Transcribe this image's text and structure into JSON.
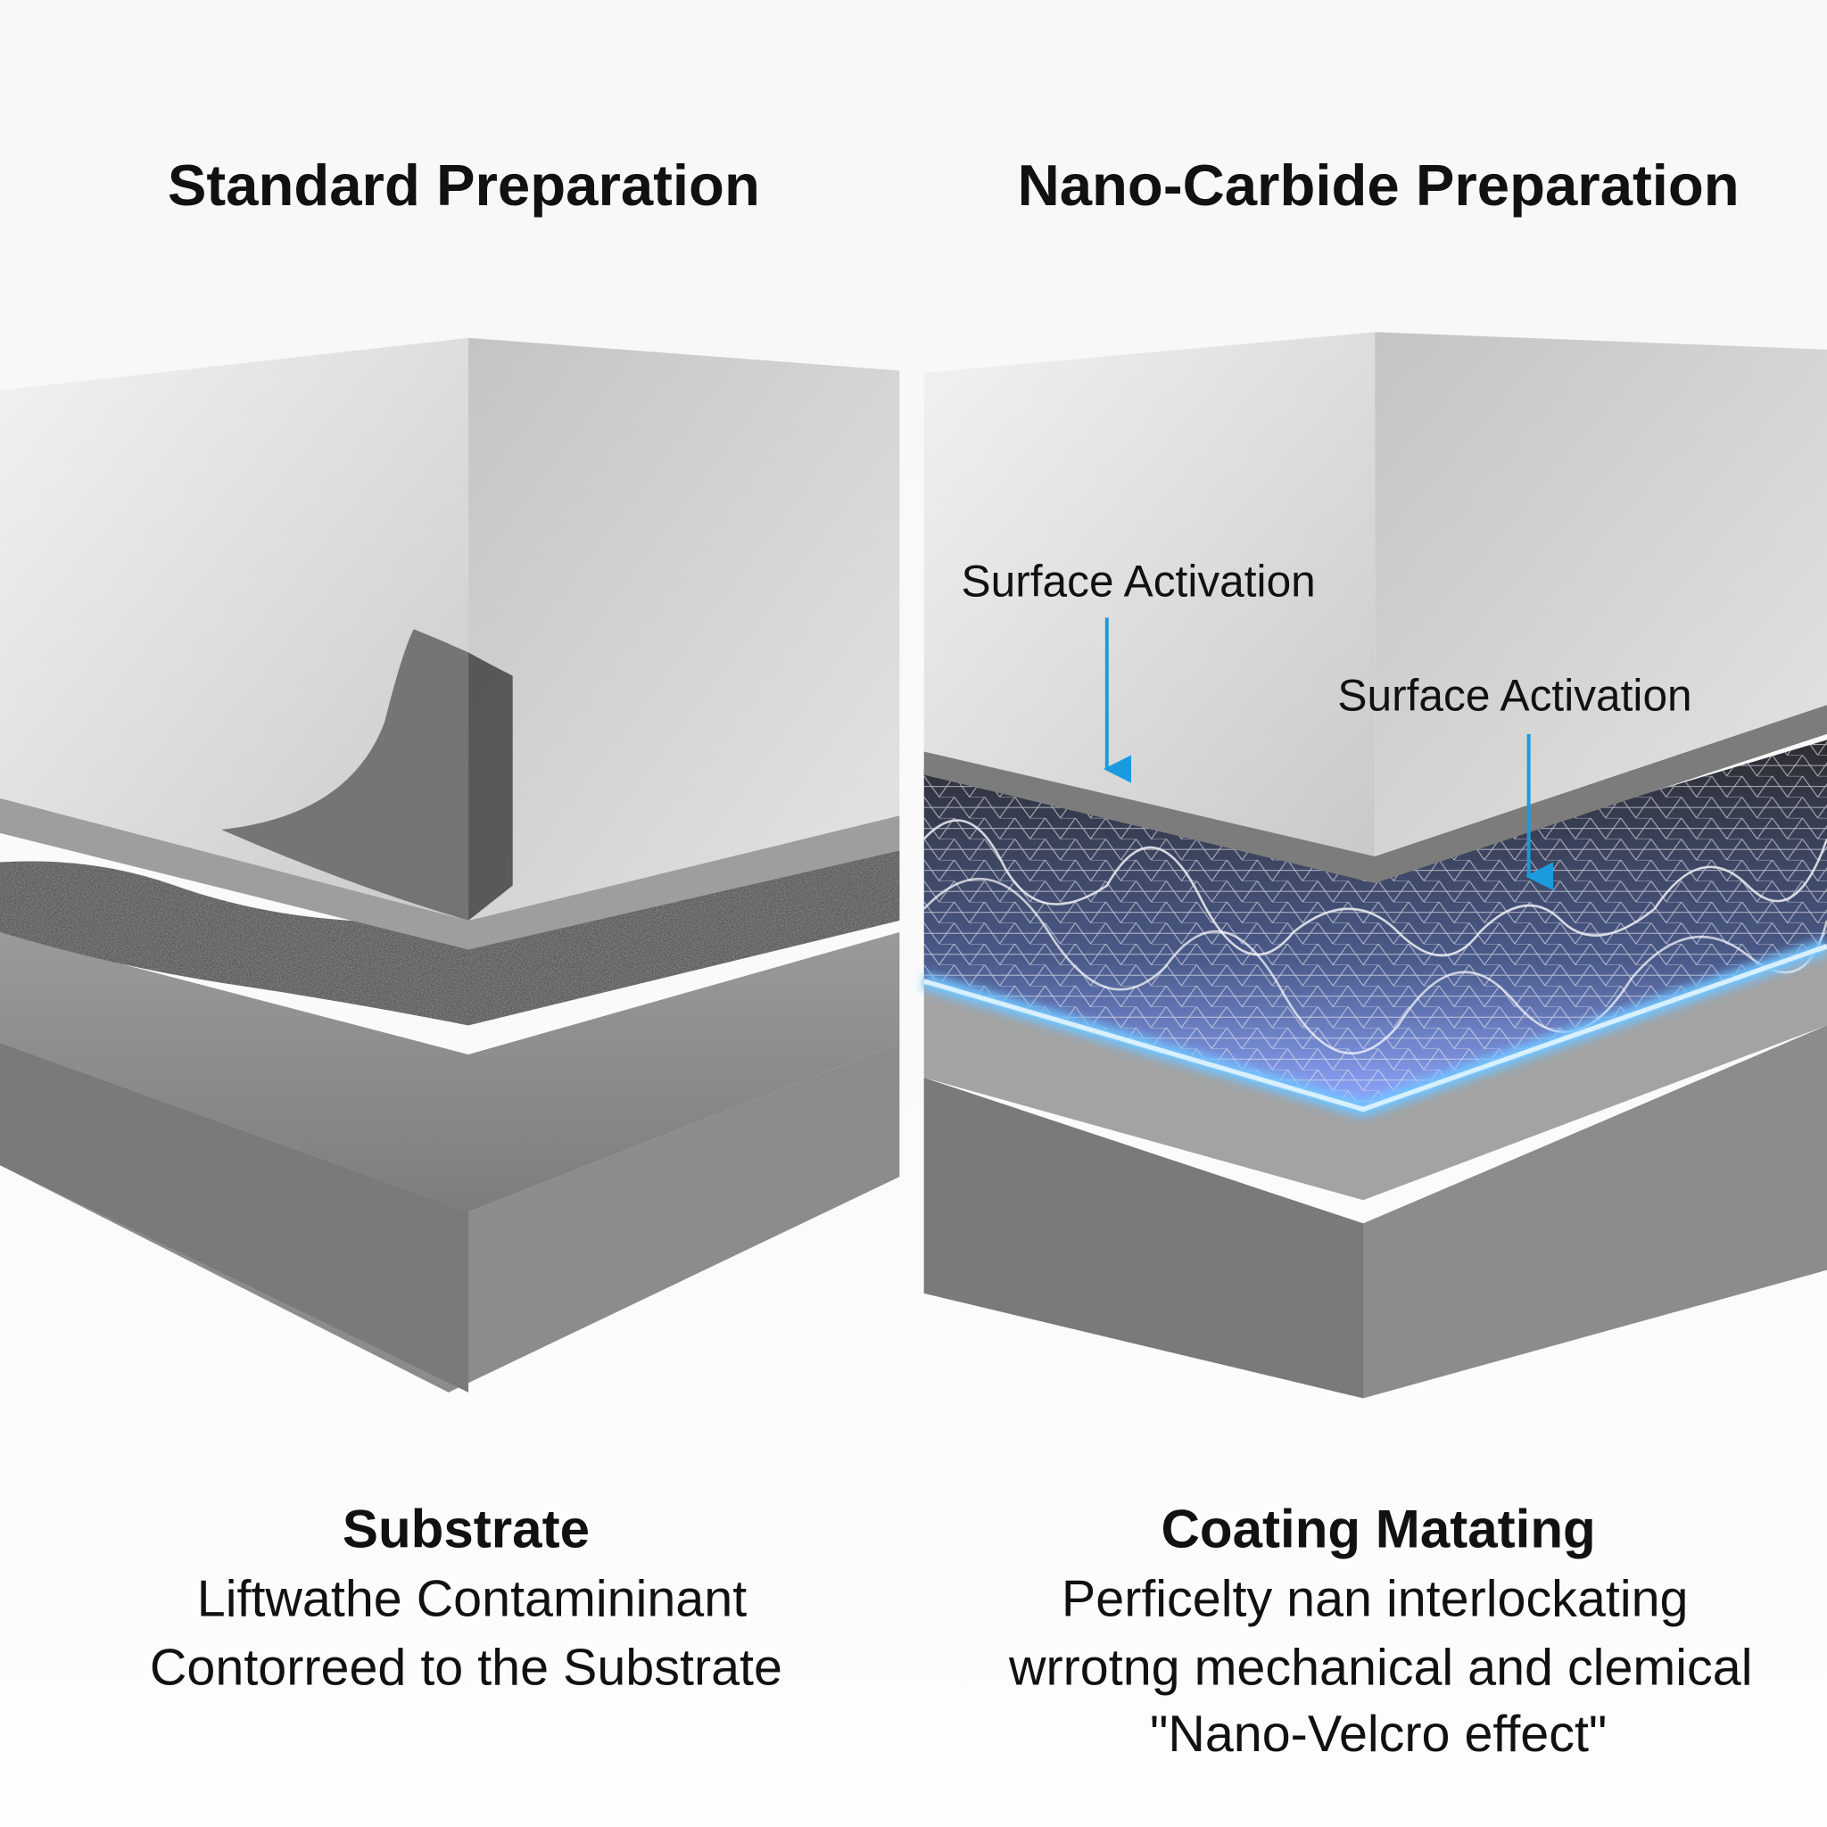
{
  "left_panel": {
    "title": "Standard Preparation",
    "caption_heading": "Substrate",
    "caption_lines": [
      "Liftwathe Contamininant",
      "Contorreed to the Substrate"
    ]
  },
  "right_panel": {
    "title": "Nano-Carbide Preparation",
    "annotations": [
      "Surface Activation",
      "Surface Activation"
    ],
    "caption_heading": "Coating Matating",
    "caption_lines": [
      "Perficelty nan interlockating",
      "wrrotng mechanical and clemical",
      "\"Nano-Velcro effect\""
    ]
  },
  "colors": {
    "arrow": "#1a9be0",
    "glow": "#6fc3ff",
    "mesh_bg": "#4a5a8a"
  }
}
